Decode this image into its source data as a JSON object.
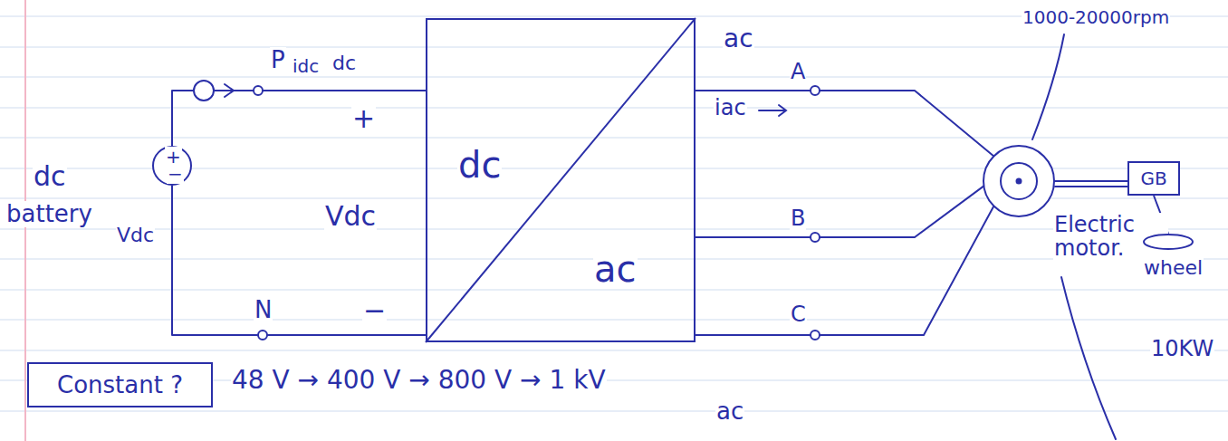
{
  "diagram": {
    "nodes": [
      {
        "text": [
          "+",
          "−"
        ]
      },
      {
        "text": [
          "dc",
          "ac"
        ]
      },
      {
        "text": [
          "Electric motor."
        ]
      },
      {
        "text": [
          "GB"
        ]
      },
      {
        "text": [
          "wheel"
        ]
      },
      {
        "text": [
          "Constant ?"
        ]
      }
    ],
    "edges": [
      {
        "from": 0,
        "to": 1,
        "arrow": "none"
      },
      {
        "from": 0,
        "to": 1,
        "arrow": "none"
      },
      {
        "from": 1,
        "to": 2,
        "label": "A",
        "arrow": "none"
      },
      {
        "from": 1,
        "to": 2,
        "label": "B",
        "arrow": "none"
      },
      {
        "from": 1,
        "to": 2,
        "label": "C",
        "arrow": "none"
      },
      {
        "from": 2,
        "to": 3,
        "arrow": "none"
      },
      {
        "from": 3,
        "to": 4,
        "arrow": "none"
      }
    ],
    "labels": [
      "dc",
      "battery",
      "Vdc",
      "P",
      "idc",
      "dc",
      "+",
      "Vdc",
      "N",
      "−",
      "ac",
      "iac",
      "1000-20000rpm",
      "10KW",
      "48 V → 400 V → 800 V → 1 kV",
      "ac"
    ]
  }
}
